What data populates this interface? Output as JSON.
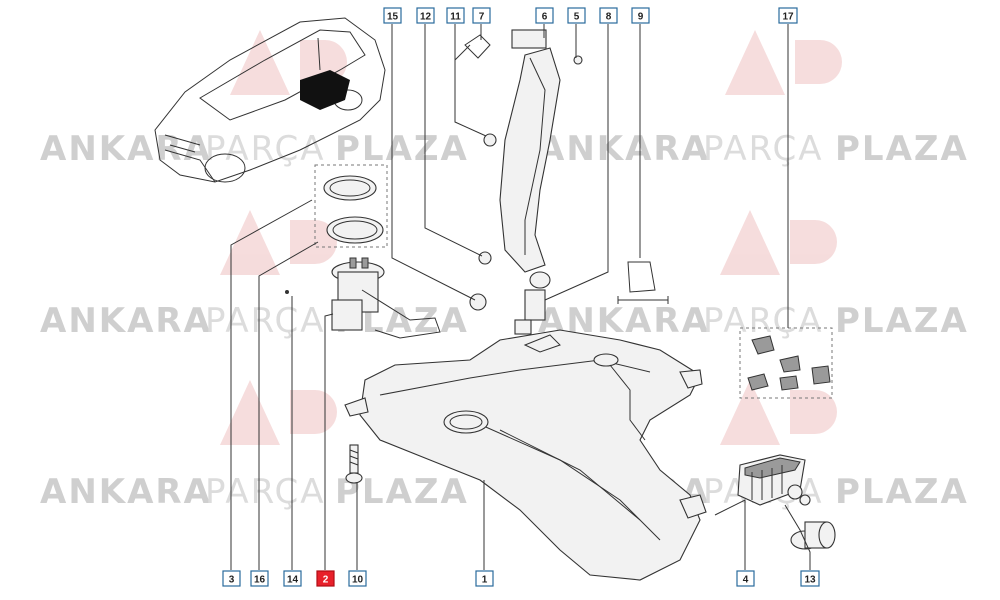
{
  "watermark": {
    "word1": "ANKARA",
    "word2": "PARÇA",
    "word3": "PLAZA",
    "logo_letters": "AP"
  },
  "colors": {
    "callout_border": "#2a6b9c",
    "highlight": "#e8202a",
    "watermark": "#cfcfcf"
  },
  "callouts": [
    {
      "key": "15",
      "label": "15"
    },
    {
      "key": "12",
      "label": "12"
    },
    {
      "key": "11",
      "label": "11"
    },
    {
      "key": "7",
      "label": "7"
    },
    {
      "key": "6",
      "label": "6"
    },
    {
      "key": "5",
      "label": "5"
    },
    {
      "key": "8",
      "label": "8"
    },
    {
      "key": "9",
      "label": "9"
    },
    {
      "key": "17",
      "label": "17"
    },
    {
      "key": "3",
      "label": "3"
    },
    {
      "key": "16",
      "label": "16"
    },
    {
      "key": "14",
      "label": "14"
    },
    {
      "key": "2",
      "label": "2",
      "highlighted": true
    },
    {
      "key": "10",
      "label": "10"
    },
    {
      "key": "1",
      "label": "1"
    },
    {
      "key": "4",
      "label": "4"
    },
    {
      "key": "13",
      "label": "13"
    }
  ],
  "icons": {
    "car": "car-outline-icon",
    "fuel_tank": "fuel-tank-icon",
    "fuel_pump": "fuel-pump-icon",
    "filler_pipe": "filler-pipe-icon",
    "canister": "charcoal-canister-icon",
    "filter": "fuel-filter-icon"
  }
}
